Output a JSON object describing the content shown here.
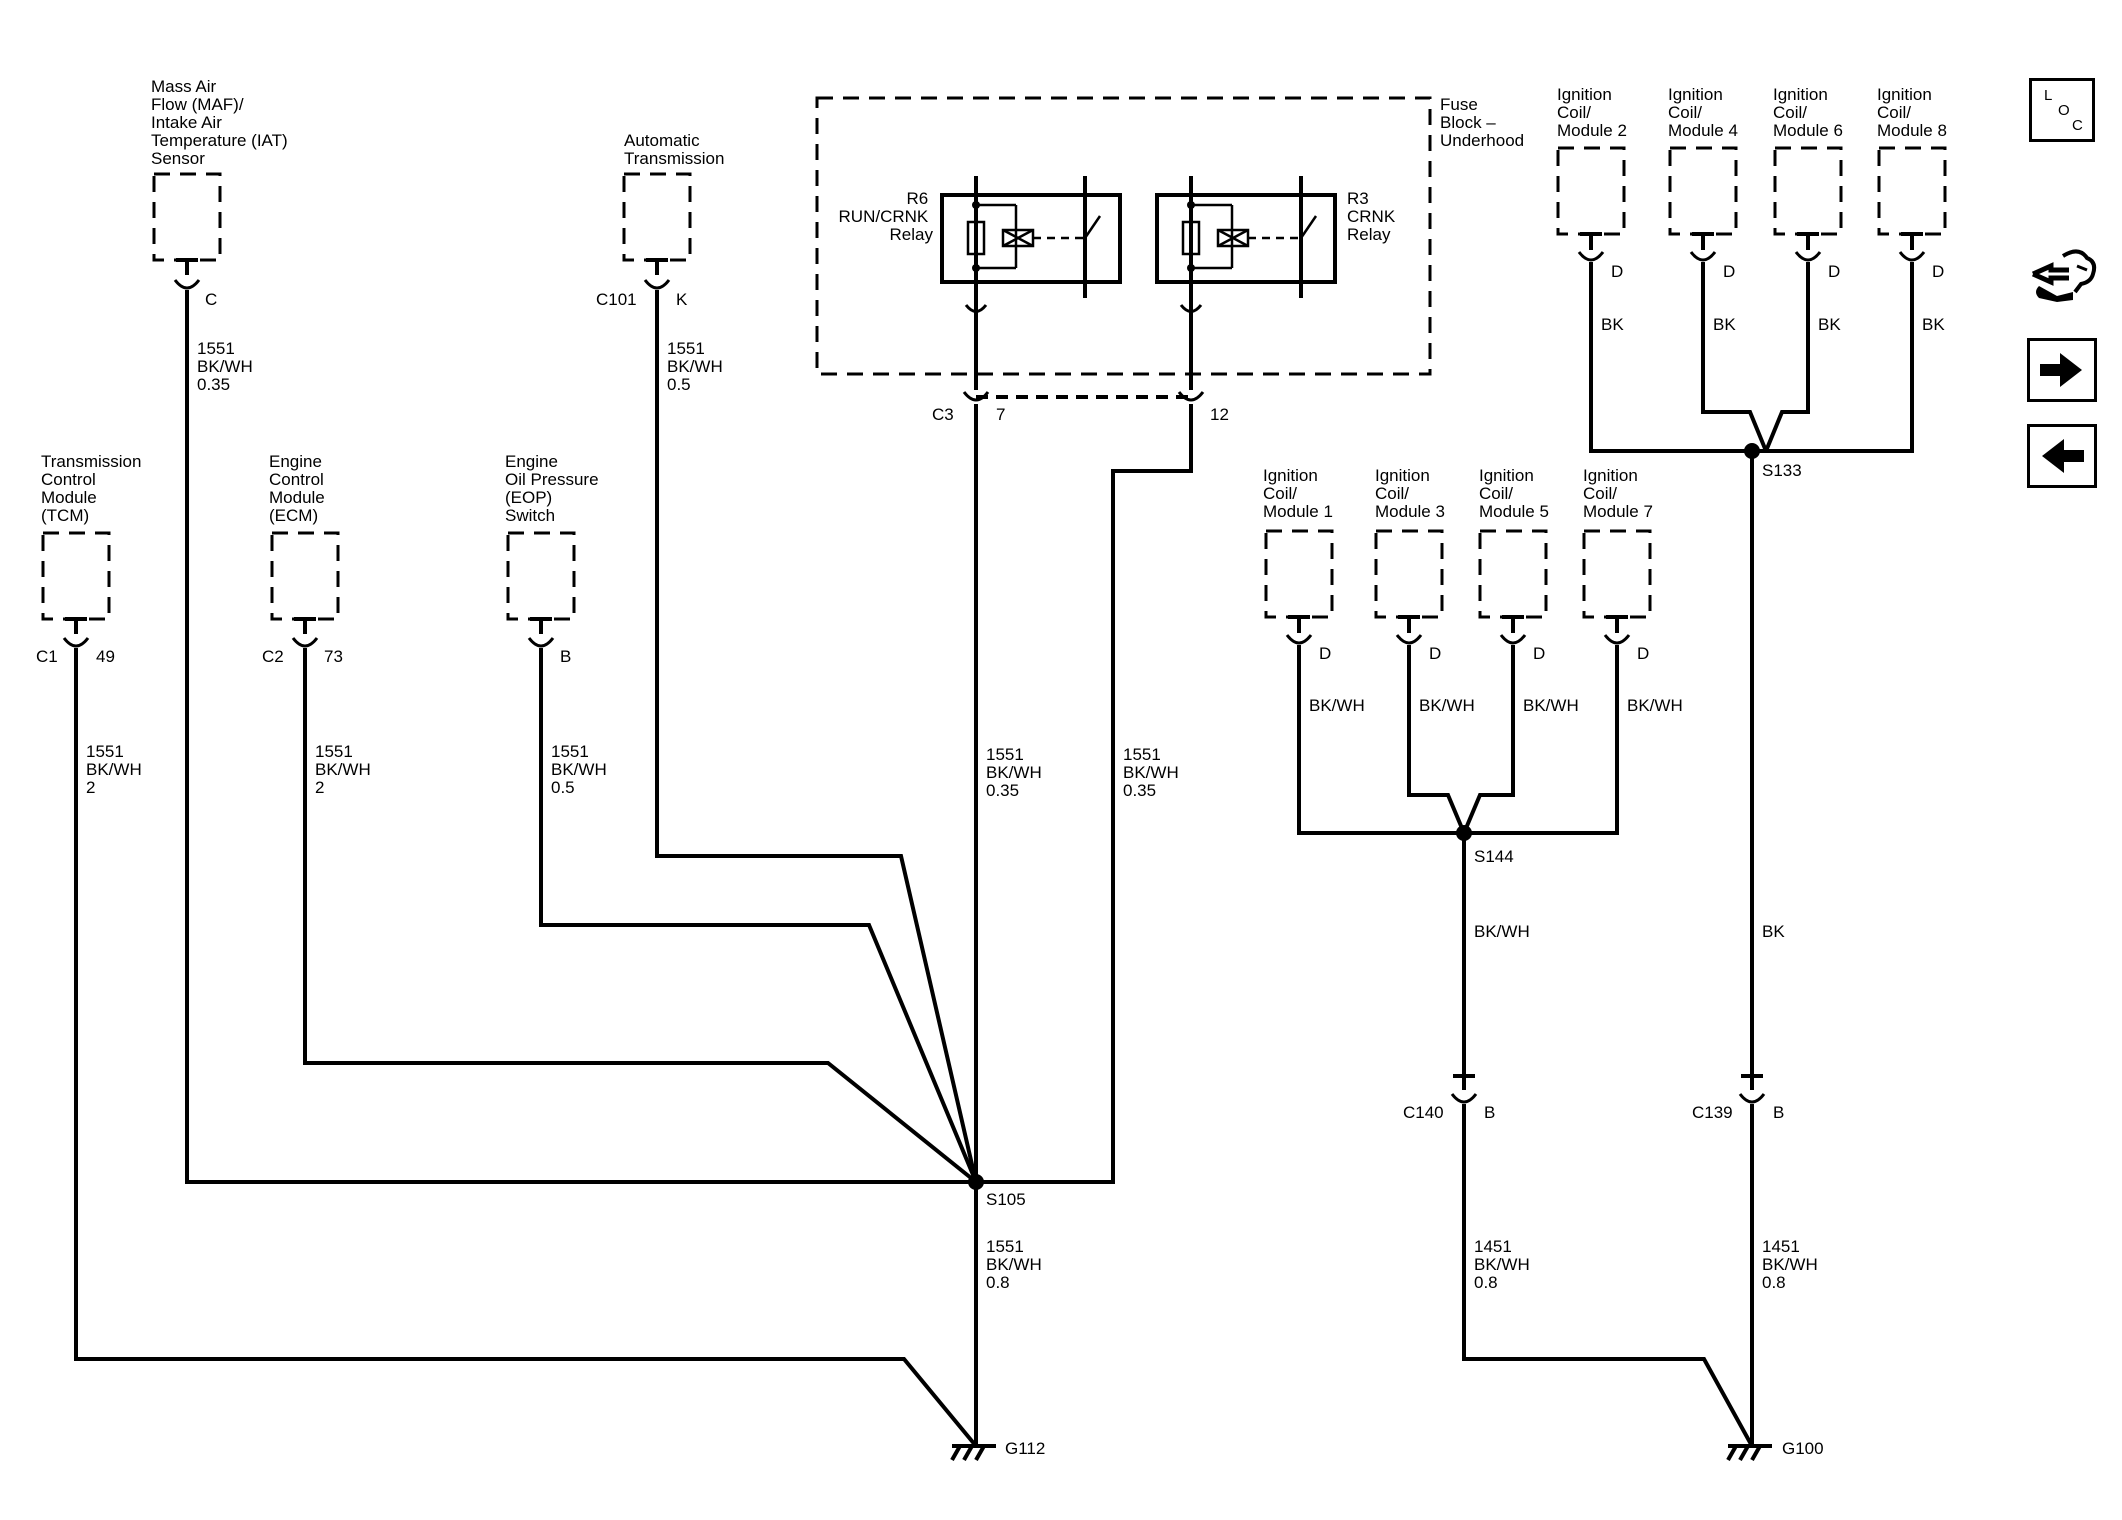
{
  "fuse_block": {
    "title_lines": [
      "Fuse",
      "Block –",
      "Underhood"
    ]
  },
  "relays": {
    "r6": {
      "lines": [
        "R6",
        "RUN/CRNK",
        "Relay"
      ]
    },
    "r3": {
      "lines": [
        "R3",
        "CRNK",
        "Relay"
      ]
    }
  },
  "components": {
    "maf": {
      "lines": [
        "Mass Air",
        "Flow (MAF)/",
        "Intake Air",
        "Temperature (IAT)",
        "Sensor"
      ],
      "pin": "C"
    },
    "auto_trans": {
      "lines": [
        "Automatic",
        "Transmission"
      ],
      "connector": "C101",
      "pin": "K"
    },
    "tcm": {
      "lines": [
        "Transmission",
        "Control",
        "Module",
        "(TCM)"
      ],
      "connector": "C1",
      "pin": "49"
    },
    "ecm": {
      "lines": [
        "Engine",
        "Control",
        "Module",
        "(ECM)"
      ],
      "connector": "C2",
      "pin": "73"
    },
    "eop": {
      "lines": [
        "Engine",
        "Oil Pressure",
        "(EOP)",
        "Switch"
      ],
      "pin": "B"
    },
    "coil2": {
      "lines": [
        "Ignition",
        "Coil/",
        "Module 2"
      ],
      "pin": "D",
      "wire": "BK"
    },
    "coil4": {
      "lines": [
        "Ignition",
        "Coil/",
        "Module 4"
      ],
      "pin": "D",
      "wire": "BK"
    },
    "coil6": {
      "lines": [
        "Ignition",
        "Coil/",
        "Module 6"
      ],
      "pin": "D",
      "wire": "BK"
    },
    "coil8": {
      "lines": [
        "Ignition",
        "Coil/",
        "Module 8"
      ],
      "pin": "D",
      "wire": "BK"
    },
    "coil1": {
      "lines": [
        "Ignition",
        "Coil/",
        "Module 1"
      ],
      "pin": "D",
      "wire": "BK/WH"
    },
    "coil3": {
      "lines": [
        "Ignition",
        "Coil/",
        "Module 3"
      ],
      "pin": "D",
      "wire": "BK/WH"
    },
    "coil5": {
      "lines": [
        "Ignition",
        "Coil/",
        "Module 5"
      ],
      "pin": "D",
      "wire": "BK/WH"
    },
    "coil7": {
      "lines": [
        "Ignition",
        "Coil/",
        "Module 7"
      ],
      "pin": "D",
      "wire": "BK/WH"
    }
  },
  "relay_connector": {
    "name": "C3",
    "pin_r6": "7",
    "pin_r3": "12"
  },
  "circuits": {
    "maf": [
      "1551",
      "BK/WH",
      "0.35"
    ],
    "auto_trans": [
      "1551",
      "BK/WH",
      "0.5"
    ],
    "tcm": [
      "1551",
      "BK/WH",
      "2"
    ],
    "ecm": [
      "1551",
      "BK/WH",
      "2"
    ],
    "eop": [
      "1551",
      "BK/WH",
      "0.5"
    ],
    "r6": [
      "1551",
      "BK/WH",
      "0.35"
    ],
    "r3": [
      "1551",
      "BK/WH",
      "0.35"
    ],
    "s105_to_g112": [
      "1551",
      "BK/WH",
      "0.8"
    ],
    "s144_to_c140": "BK/WH",
    "s133_to_c139": "BK",
    "c140_to_g100": [
      "1451",
      "BK/WH",
      "0.8"
    ],
    "c139_to_g100": [
      "1451",
      "BK/WH",
      "0.8"
    ]
  },
  "splices": {
    "s105": "S105",
    "s144": "S144",
    "s133": "S133"
  },
  "inline_connectors": {
    "c140": {
      "name": "C140",
      "pin": "B"
    },
    "c139": {
      "name": "C139",
      "pin": "B"
    }
  },
  "grounds": {
    "g112": "G112",
    "g100": "G100"
  },
  "nav": {
    "loc_letters": [
      "L",
      "O",
      "C"
    ],
    "loc_icon": "location-view-icon",
    "component_view_icon": "component-view-icon",
    "next_icon": "arrow-right-icon",
    "previous_icon": "arrow-left-icon"
  }
}
